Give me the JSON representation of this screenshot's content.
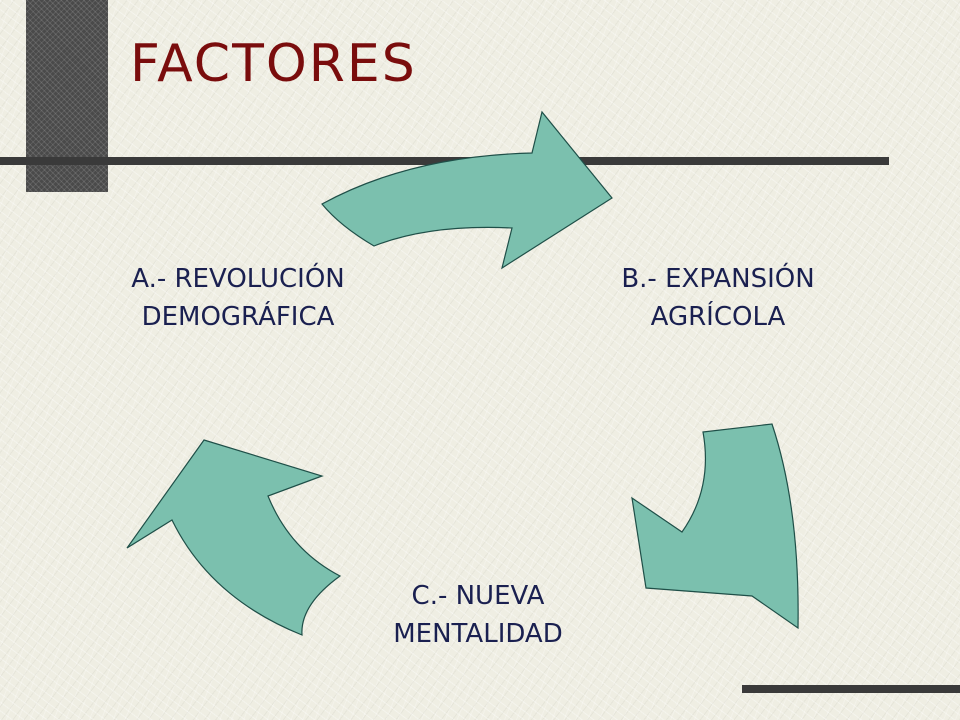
{
  "slide": {
    "title": "FACTORES"
  },
  "cycle": {
    "nodes": [
      {
        "id": "A",
        "line1": "A.- REVOLUCIÓN",
        "line2": "DEMOGRÁFICA"
      },
      {
        "id": "B",
        "line1": "B.- EXPANSIÓN",
        "line2": "AGRÍCOLA"
      },
      {
        "id": "C",
        "line1": "C.- NUEVA",
        "line2": "MENTALIDAD"
      }
    ],
    "arrows": [
      "A->B",
      "B->C",
      "C->A"
    ]
  },
  "colors": {
    "background": "#efeee3",
    "title": "#7a0d0d",
    "label": "#1a2050",
    "arrow_fill": "#7bc0ae",
    "arrow_stroke": "#1f4f48",
    "accent_dark": "#3a3a3a"
  }
}
